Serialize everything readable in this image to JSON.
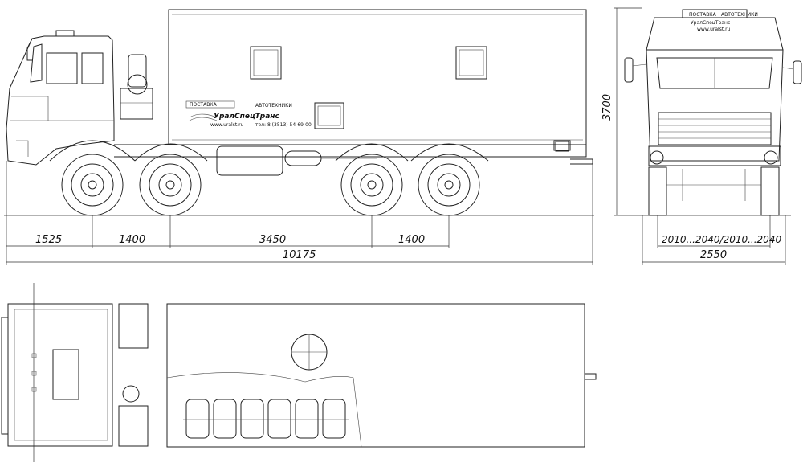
{
  "dimensions": {
    "front_overhang": "1525",
    "axle_spacing_1": "1400",
    "wheelbase_mid": "3450",
    "axle_spacing_2": "1400",
    "overall_length": "10175",
    "height": "3700",
    "track_width": "2010...2040/2010...2040",
    "overall_width": "2550"
  },
  "body_labels": {
    "supply": "ПОСТАВКА",
    "autotech": "АВТОТЕХНИКИ",
    "brand": "УралСпецТранс",
    "phone": "тел: 8 (3513) 54-69-00",
    "website": "www.uralst.ru"
  },
  "front_labels": {
    "supply": "ПОСТАВКА",
    "autotech": "АВТОТЕХНИКИ",
    "brand": "УралСпецТранс",
    "website": "www.uralst.ru"
  }
}
